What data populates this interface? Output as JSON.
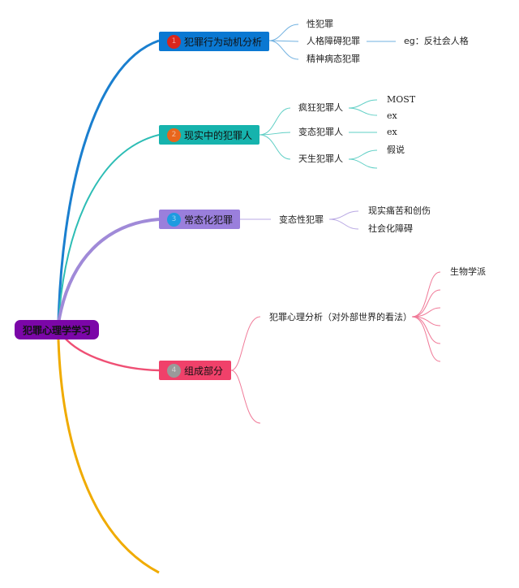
{
  "root": {
    "label": "犯罪心理学学习",
    "color": "#7b06a8"
  },
  "branches": [
    {
      "label": "犯罪行为动机分析",
      "badge": "1",
      "color": "#0a78d2",
      "badge_color": "#d9261c",
      "line_color": "#1a7fcf",
      "children": [
        {
          "label": "性犯罪"
        },
        {
          "label": "人格障碍犯罪",
          "children": [
            {
              "label": "eg：反社会人格"
            }
          ]
        },
        {
          "label": "精神病态犯罪"
        }
      ]
    },
    {
      "label": "现实中的犯罪人",
      "badge": "2",
      "color": "#16b3ad",
      "badge_color": "#e8661c",
      "line_color": "#2dbdb5",
      "children": [
        {
          "label": "疯狂犯罪人",
          "children": [
            {
              "label": "MOST"
            },
            {
              "label": "ex"
            }
          ]
        },
        {
          "label": "变态犯罪人",
          "children": [
            {
              "label": "ex"
            }
          ]
        },
        {
          "label": "天生犯罪人",
          "children": [
            {
              "label": "假说"
            },
            {
              "label": ""
            }
          ]
        }
      ]
    },
    {
      "label": "常态化犯罪",
      "badge": "3",
      "color": "#9a7fdc",
      "badge_color": "#1e9be0",
      "line_color": "#a08ad8",
      "children": [
        {
          "label": "变态性犯罪",
          "children": [
            {
              "label": "现实痛苦和创伤"
            },
            {
              "label": "社会化障碍"
            }
          ]
        }
      ]
    },
    {
      "label": "组成部分",
      "badge": "4",
      "color": "#f0416a",
      "badge_color": "#9a9a9a",
      "line_color": "#ef4f74",
      "children": [
        {
          "label": "犯罪心理分析（对外部世界的看法）",
          "children": [
            {
              "label": "生物学派"
            },
            {
              "label": ""
            },
            {
              "label": ""
            },
            {
              "label": ""
            },
            {
              "label": ""
            },
            {
              "label": ""
            }
          ]
        },
        {
          "label": ""
        }
      ]
    },
    {
      "label": "",
      "color": "#f0ab00",
      "line_color": "#f0ab00"
    }
  ]
}
